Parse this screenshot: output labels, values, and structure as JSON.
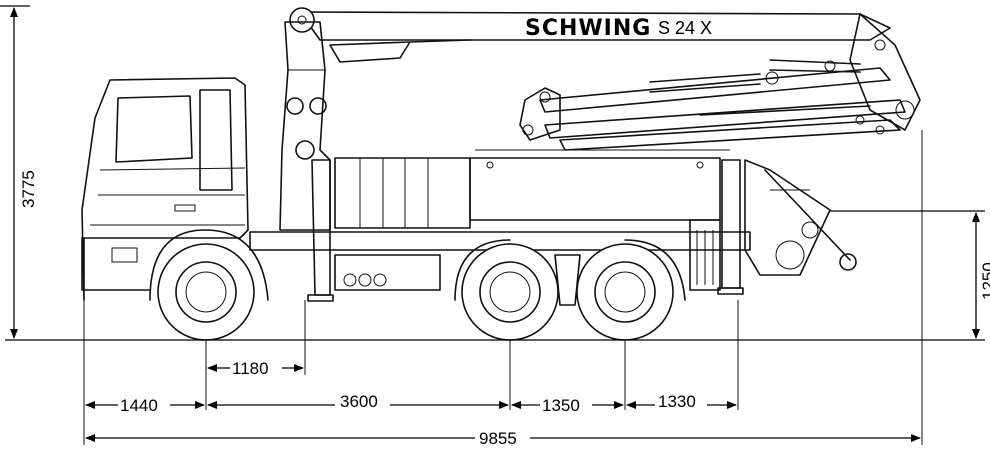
{
  "brand": "SCHWING",
  "model": "S 24 X",
  "dimensions": {
    "height_total": "3775",
    "height_outrigger": "1250",
    "d_1180": "1180",
    "d_1440": "1440",
    "d_3600": "3600",
    "d_1350": "1350",
    "d_1330": "1330",
    "d_total": "9855"
  }
}
